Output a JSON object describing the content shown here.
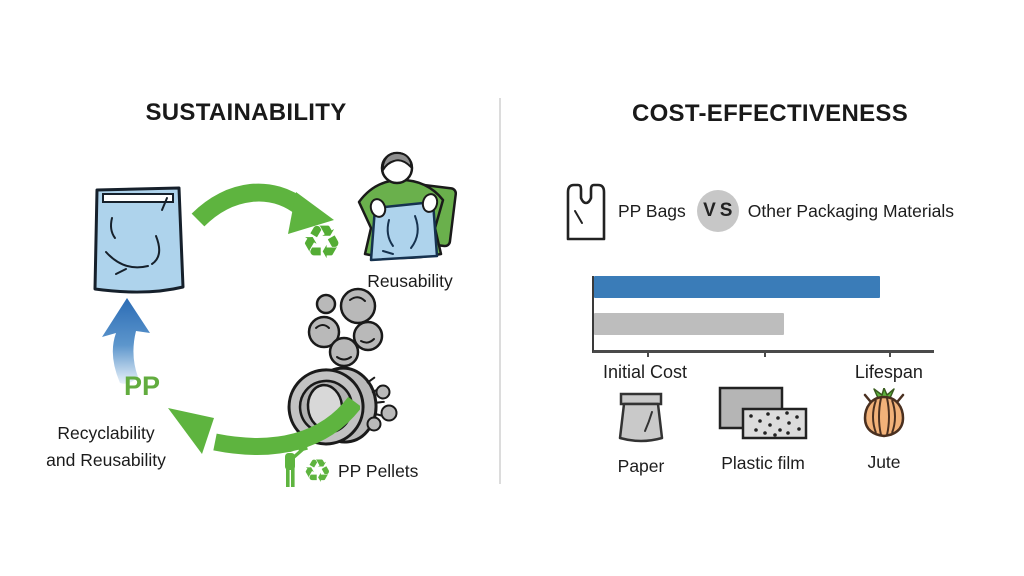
{
  "left_panel": {
    "title": "SUSTAINABILITY",
    "cycle": {
      "reusability_label": "Reusability",
      "pp_label": "PP",
      "recyclability_line1": "Recyclability",
      "recyclability_line2": "and Reusability",
      "pp_pellets_label": "PP Pellets"
    }
  },
  "right_panel": {
    "title": "COST-EFFECTIVENESS",
    "versus": {
      "left": "PP Bags",
      "vs": "VS",
      "right": "Other Packaging Materials"
    },
    "materials": [
      {
        "name": "paper",
        "label": "Paper"
      },
      {
        "name": "plastic-film",
        "label": "Plastic film"
      },
      {
        "name": "jute",
        "label": "Jute"
      }
    ]
  },
  "chart_data": {
    "type": "bar",
    "orientation": "horizontal",
    "bars": [
      {
        "name": "PP Bags",
        "color": "#3a7cb8",
        "value": 84
      },
      {
        "name": "Other Packaging Materials",
        "color": "#bdbdbd",
        "value": 56
      }
    ],
    "xlim": [
      0,
      100
    ],
    "axis_labels": [
      "Initial Cost",
      "Lifespan"
    ],
    "grid": false,
    "legend": "none"
  },
  "icons": {
    "recycle_symbol": "♻"
  },
  "colors": {
    "green_accent": "#5eb43f",
    "blue_bar": "#3a7cb8",
    "light_blue_bag": "#aed3ec",
    "gray_fill": "#b9b9b9",
    "vs_circle": "#c7c7c7",
    "divider": "#dcdcdc",
    "text": "#1d1d1d",
    "jute_orange": "#f2b279"
  }
}
